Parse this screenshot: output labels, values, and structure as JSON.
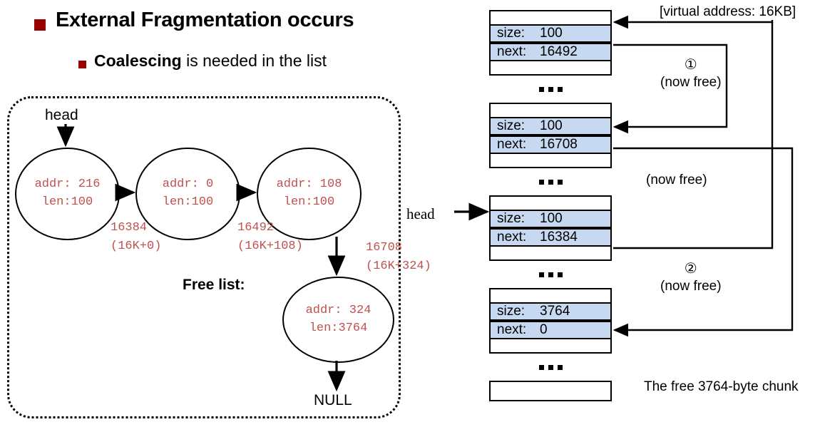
{
  "slide": {
    "heading": "External Fragmentation occurs",
    "subheading_bold": "Coalescing",
    "subheading_rest": " is needed in the list",
    "accent_color": "#990000",
    "node_text_color": "#c0504d",
    "row_fill_color": "#c6d9f0"
  },
  "freelist": {
    "head_label": "head",
    "caption": "Free list:",
    "null_label": "NULL",
    "nodes": [
      {
        "addr": "addr: 216",
        "len": "len:100"
      },
      {
        "addr": "addr: 0",
        "len": "len:100"
      },
      {
        "addr": "addr: 108",
        "len": "len:100"
      },
      {
        "addr": "addr: 324",
        "len": "len:3764"
      }
    ],
    "edge_labels": [
      {
        "addr": "16384",
        "offset": "(16K+0)"
      },
      {
        "addr": "16492",
        "offset": "(16K+108)"
      },
      {
        "addr": "16708",
        "offset": "(16K+324)"
      }
    ]
  },
  "memory": {
    "head_label": "head",
    "virtual_address_note": "[virtual address: 16KB]",
    "chunk_note": "The free 3764-byte chunk",
    "ellipsis_symbol": "...",
    "blocks": [
      {
        "size_key": "size:",
        "size_val": "100",
        "next_key": "next:",
        "next_val": "16492"
      },
      {
        "size_key": "size:",
        "size_val": "100",
        "next_key": "next:",
        "next_val": "16708"
      },
      {
        "size_key": "size:",
        "size_val": "100",
        "next_key": "next:",
        "next_val": "16384"
      },
      {
        "size_key": "size:",
        "size_val": "3764",
        "next_key": "next:",
        "next_val": "0"
      }
    ],
    "annotations": [
      {
        "marker": "①",
        "text": "(now free)"
      },
      {
        "marker": "",
        "text": "(now free)"
      },
      {
        "marker": "②",
        "text": "(now free)"
      }
    ]
  }
}
